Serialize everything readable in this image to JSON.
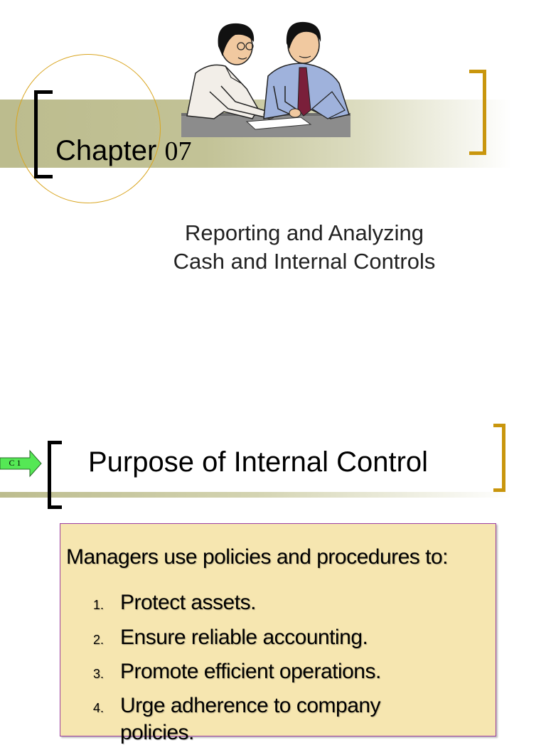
{
  "slide1": {
    "chapter_word": "Chapter",
    "chapter_number": "07",
    "subtitle_line1": "Reporting and Analyzing",
    "subtitle_line2": "Cash and Internal Controls"
  },
  "slide2": {
    "objective_tag": "C 1",
    "title": "Purpose of Internal Control",
    "lead": "Managers use policies and procedures to:",
    "items": [
      {
        "number": "1.",
        "text": "Protect assets."
      },
      {
        "number": "2.",
        "text": "Ensure reliable accounting."
      },
      {
        "number": "3.",
        "text": "Promote efficient operations."
      },
      {
        "number": "4.",
        "text": "Urge adherence to company",
        "continuation": "policies."
      }
    ]
  },
  "colors": {
    "band": "#bcbc8e",
    "circle_outline": "#d9a520",
    "right_bracket": "#c9960d",
    "content_box_fill": "#f6e6b0",
    "content_box_border": "#9c3fa0",
    "objective_arrow": "#55e855"
  },
  "icons": {
    "illustration": "two-people-reviewing-document-illustration",
    "objective_arrow": "right-arrow-icon"
  }
}
